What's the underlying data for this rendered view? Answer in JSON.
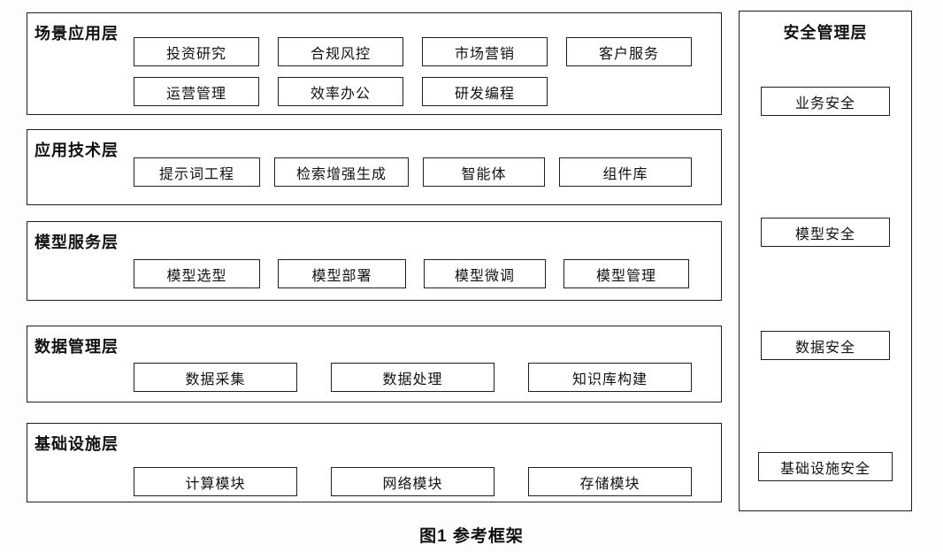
{
  "diagram": {
    "caption": "图1 参考框架",
    "colors": {
      "border": "#1f1f1f",
      "text": "#111111",
      "background": "#fdfdfd",
      "box_fill": "#ffffff"
    },
    "layers": [
      {
        "label": "场景应用层",
        "rows": [
          [
            "投资研究",
            "合规风控",
            "市场营销",
            "客户服务"
          ],
          [
            "运营管理",
            "效率办公",
            "研发编程"
          ]
        ]
      },
      {
        "label": "应用技术层",
        "rows": [
          [
            "提示词工程",
            "检索增强生成",
            "智能体",
            "组件库"
          ]
        ]
      },
      {
        "label": "模型服务层",
        "rows": [
          [
            "模型选型",
            "模型部署",
            "模型微调",
            "模型管理"
          ]
        ]
      },
      {
        "label": "数据管理层",
        "rows": [
          [
            "数据采集",
            "数据处理",
            "知识库构建"
          ]
        ]
      },
      {
        "label": "基础设施层",
        "rows": [
          [
            "计算模块",
            "网络模块",
            "存储模块"
          ]
        ]
      }
    ],
    "security": {
      "label": "安全管理层",
      "items": [
        "业务安全",
        "模型安全",
        "数据安全",
        "基础设施安全"
      ]
    }
  }
}
